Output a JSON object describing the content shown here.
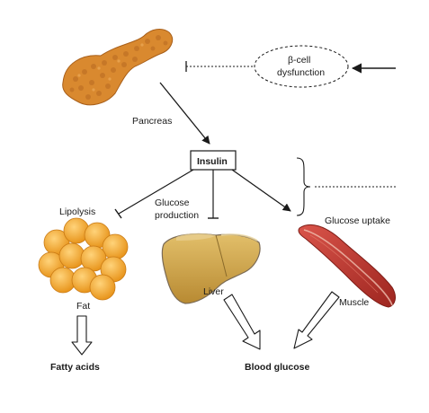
{
  "labels": {
    "beta_cell_line1": "β-cell",
    "beta_cell_line2": "dysfunction",
    "pancreas": "Pancreas",
    "insulin": "Insulin",
    "lipolysis": "Lipolysis",
    "glucose_production_line1": "Glucose",
    "glucose_production_line2": "production",
    "glucose_uptake": "Glucose uptake",
    "liver": "Liver",
    "fat": "Fat",
    "muscle": "Muscle",
    "fatty_acids": "Fatty acids",
    "blood_glucose": "Blood glucose"
  },
  "colors": {
    "pancreas": "#d9892f",
    "fat": "#f2a62a",
    "liver": "#cfa24a",
    "muscle": "#b8322a",
    "line": "#1a1a1a"
  }
}
